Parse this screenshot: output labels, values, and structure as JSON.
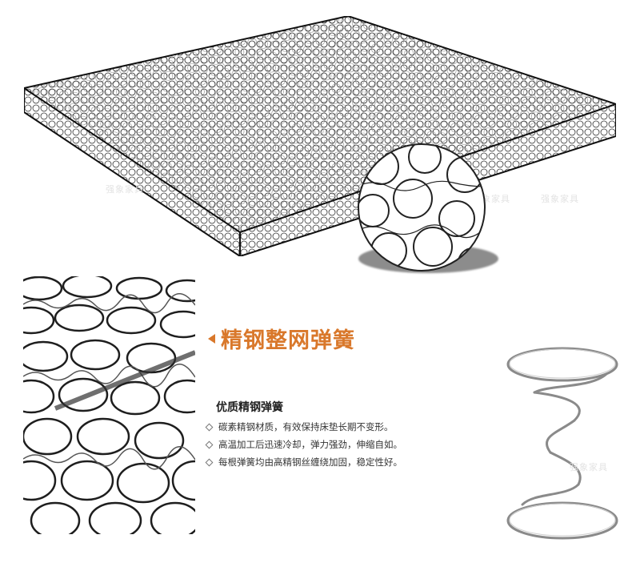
{
  "heading": "精钢整网弹簧",
  "subheading": "优质精钢弹簧",
  "features": [
    "碳素精钢材质，有效保持床垫长期不变形。",
    "高温加工后迅速冷却，弹力强劲，伸缩自如。",
    "每根弹簧均由高精钢丝缠绕加固，稳定性好。"
  ],
  "watermark": "强象家具",
  "colors": {
    "accent": "#d9782b",
    "wire": "#1e1e1e",
    "steel": "#8a8a8a"
  }
}
